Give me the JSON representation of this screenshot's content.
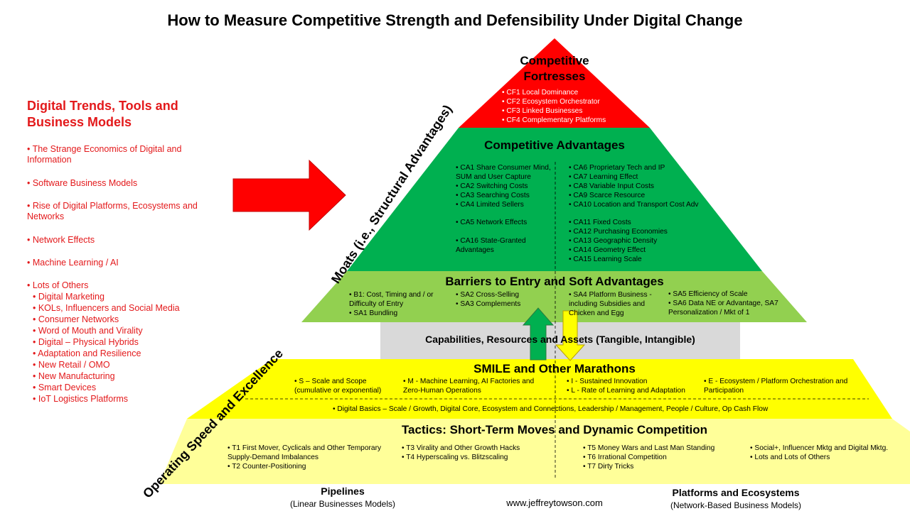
{
  "title": "How to Measure Competitive Strength and Defensibility Under Digital Change",
  "trends": {
    "heading": "Digital Trends, Tools and Business Models",
    "items": [
      "• The Strange Economics of Digital and Information",
      "• Software Business Models",
      "• Rise of Digital Platforms, Ecosystems and Networks",
      "• Network Effects",
      "• Machine Learning / AI",
      "• Lots of Others"
    ],
    "sub_items": [
      "• Digital Marketing",
      "• KOLs, Influencers and Social Media",
      "• Consumer Networks",
      "• Word of Mouth and Virality",
      "• Digital – Physical Hybrids",
      "• Adaptation and Resilience",
      "• New Retail / OMO",
      "• New Manufacturing",
      "• Smart Devices",
      "• IoT Logistics Platforms"
    ]
  },
  "side_labels": {
    "moats": "Moats (i.e., Structural Advantages)",
    "operating": "Operating Speed and Excellence"
  },
  "fortresses": {
    "heading": "Competitive Fortresses",
    "items": [
      "CF1 Local Dominance",
      "CF2 Ecosystem Orchestrator",
      "CF3 Linked Businesses",
      "CF4 Complementary Platforms"
    ]
  },
  "advantages": {
    "heading": "Competitive Advantages",
    "left": [
      "CA1 Share Consumer Mind, SUM and User Capture",
      "CA2 Switching Costs",
      "CA3 Searching Costs",
      "CA4 Limited Sellers",
      "CA5 Network Effects",
      "CA16 State-Granted Advantages"
    ],
    "right": [
      "CA6 Proprietary Tech and IP",
      "CA7 Learning Effect",
      "CA8 Variable Input Costs",
      "CA9 Scarce Resource",
      "CA10 Location and Transport Cost Adv",
      "CA11 Fixed Costs",
      "CA12 Purchasing Economies",
      "CA13 Geographic Density",
      "CA14 Geometry Effect",
      "CA15 Learning Scale"
    ]
  },
  "barriers": {
    "heading": "Barriers to Entry and Soft Advantages",
    "col1": [
      "B1: Cost, Timing and / or Difficulty of Entry",
      "SA1 Bundling"
    ],
    "col2": [
      "SA2 Cross-Selling",
      "SA3 Complements"
    ],
    "col3": [
      "SA4 Platform Business - including Subsidies and Chicken and Egg"
    ],
    "col4": [
      "SA5 Efficiency of Scale",
      "SA6 Data NE or Advantage, SA7 Personalization / Mkt of 1"
    ]
  },
  "capabilities": "Capabilities, Resources and Assets (Tangible, Intangible)",
  "smile": {
    "heading": "SMILE and Other Marathons",
    "s": "S – Scale and Scope (cumulative or exponential)",
    "m": "M - Machine Learning, AI Factories and Zero-Human Operations",
    "i": "I - Sustained Innovation",
    "l": "L - Rate of Learning and Adaptation",
    "e": "E - Ecosystem / Platform Orchestration and Participation",
    "basics": "Digital Basics – Scale / Growth, Digital Core, Ecosystem and Connections, Leadership / Management, People / Culture, Op Cash Flow"
  },
  "tactics": {
    "heading": "Tactics: Short-Term Moves and Dynamic Competition",
    "col1": [
      "T1 First Mover, Cyclicals and Other Temporary Supply-Demand Imbalances",
      "T2 Counter-Positioning"
    ],
    "col2": [
      "T3 Virality and Other Growth Hacks",
      "T4 Hyperscaling vs. Blitzscaling"
    ],
    "col3": [
      "T5 Money Wars and Last Man Standing",
      "T6 Irrational Competition",
      "T7 Dirty Tricks"
    ],
    "col4": [
      "Social+, Influencer Mktg and Digital Mktg.",
      "Lots and Lots of Others"
    ]
  },
  "footer": {
    "pipelines": "Pipelines",
    "pipelines_sub": "(Linear Businesses Models)",
    "website": "www.jeffreytowson.com",
    "platforms": "Platforms and Ecosystems",
    "platforms_sub": "(Network-Based Business Models)"
  },
  "colors": {
    "red": "#ff0000",
    "green": "#00b050",
    "light_green": "#92d050",
    "grey": "#d9d9d9",
    "yellow": "#ffff00",
    "pale_yellow": "#ffff99",
    "trend_text": "#e3191b"
  }
}
